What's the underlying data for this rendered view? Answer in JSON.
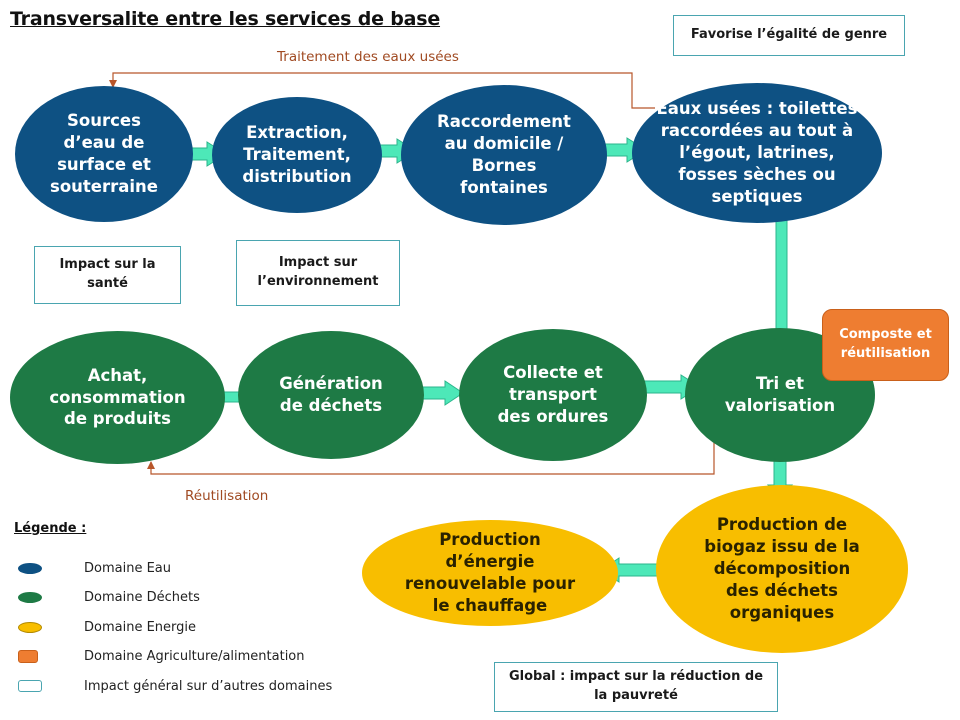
{
  "title": "Transversalite entre les services de base",
  "nodes": {
    "sources": "Sources\nd’eau de\nsurface et\nsouterraine",
    "extraction": "Extraction,\nTraitement,\ndistribution",
    "raccordement": "Raccordement\nau domicile /\nBornes\nfontaines",
    "eaux_usees": "Eaux usées : toilettes\nraccordées au tout à\nl’égout, latrines,\nfosses sèches ou\nseptiques",
    "achat": "Achat,\nconsommation\nde produits",
    "generation": "Génération\nde déchets",
    "collecte": "Collecte et\ntransport\ndes ordures",
    "tri": "Tri et\nvalorisation",
    "biogaz": "Production de\nbiogaz issu de la\ndécomposition\ndes déchets\norganiques",
    "energie": "Production\nd’énergie\nrenouvelable pour\nle chauffage"
  },
  "boxes": {
    "egalite": "Favorise l’égalité de genre",
    "sante": "Impact sur la\nsanté",
    "environnement": "Impact sur\nl’environnement",
    "global": "Global : impact sur la réduction de\nla pauvreté",
    "composte": "Composte et\nréutilisation"
  },
  "labels": {
    "traitement": "Traitement des eaux usées",
    "reutilisation": "Réutilisation"
  },
  "legend": {
    "title": "Légende :",
    "items": [
      {
        "label": "Domaine Eau",
        "color": "#0e5183"
      },
      {
        "label": "Domaine Déchets",
        "color": "#1e7a45"
      },
      {
        "label": "Domaine Energie",
        "color": "#f8be00"
      },
      {
        "label": "Domaine Agriculture/alimentation",
        "color": "#ee7d31"
      },
      {
        "label": "Impact général sur d’autres domaines",
        "color": "#4aa5b0"
      }
    ]
  },
  "colors": {
    "arrow": "#4de8b8",
    "arrow_stroke": "#2bb58c",
    "feedback_line": "#b8562a"
  }
}
